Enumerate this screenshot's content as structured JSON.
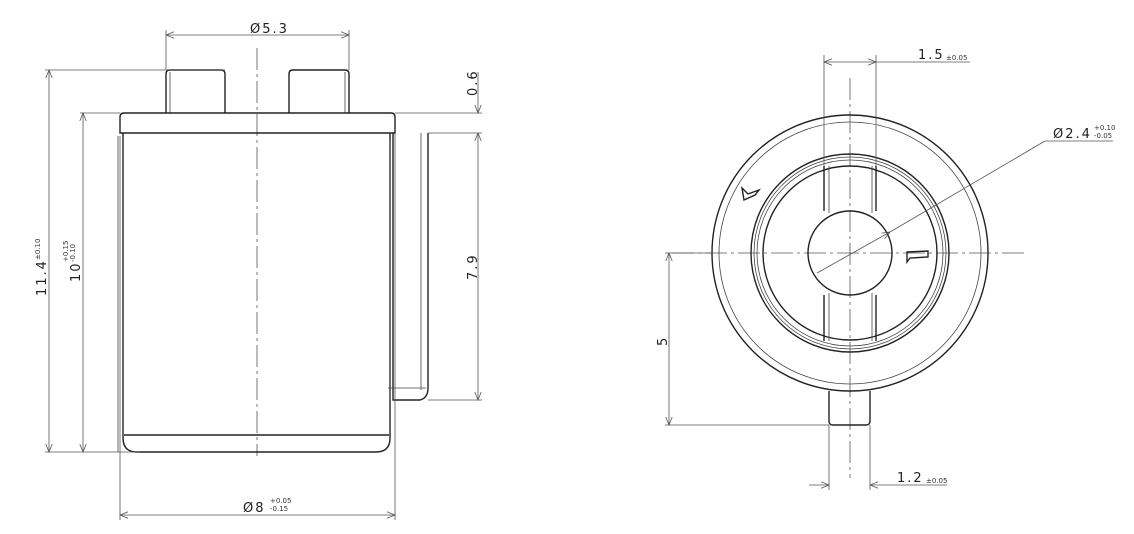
{
  "side_view": {
    "top_diameter": {
      "label": "Ø5.3"
    },
    "overall_height": {
      "label": "11.4",
      "tolerance": "±0.10"
    },
    "body_height": {
      "label": "10",
      "tol_upper": "+0.15",
      "tol_lower": "-0.10"
    },
    "flange_offset": {
      "label": "0.6"
    },
    "tab_length": {
      "label": "7.9"
    },
    "body_diameter": {
      "label": "Ø8",
      "tol_upper": "+0.05",
      "tol_lower": "-0.15"
    }
  },
  "top_view": {
    "slot_width": {
      "label": "1.5",
      "tolerance": "±0.05"
    },
    "hub_diameter": {
      "label": "Ø2.4",
      "tol_upper": "+0.10",
      "tol_lower": "-0.05"
    },
    "tab_offset": {
      "label": "5"
    },
    "tab_width": {
      "label": "1.2",
      "tolerance": "±0.05"
    }
  }
}
